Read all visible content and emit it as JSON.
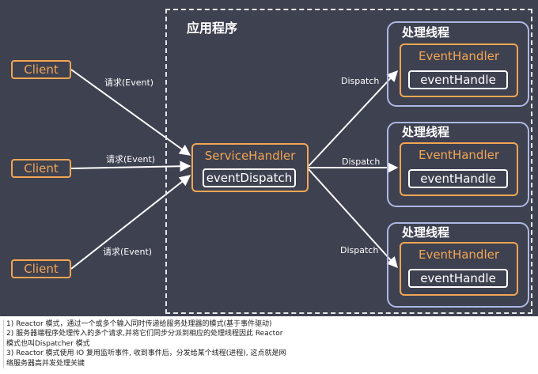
{
  "app_region": {
    "title": "应用程序"
  },
  "clients": [
    {
      "label": "Client",
      "request_label": "请求(Event)"
    },
    {
      "label": "Client",
      "request_label": "请求(Event)"
    },
    {
      "label": "Client",
      "request_label": "请求(Event)"
    }
  ],
  "service_handler": {
    "title": "ServiceHandler",
    "method": "eventDispatch"
  },
  "threads": [
    {
      "title": "处理线程",
      "handler_title": "EventHandler",
      "method": "eventHandle",
      "dispatch_label": "Dispatch"
    },
    {
      "title": "处理线程",
      "handler_title": "EventHandler",
      "method": "eventHandle",
      "dispatch_label": "Dispatch"
    },
    {
      "title": "处理线程",
      "handler_title": "EventHandler",
      "method": "eventHandle",
      "dispatch_label": "Dispatch"
    }
  ],
  "notes": [
    "1) Reactor 模式，通过一个或多个输入同时传递给服务处理器的模式(基于事件驱动)",
    "2) 服务器端程序处理传入的多个请求,并将它们同步分派到相应的处理线程因此 Reactor",
    "模式也叫Dispatcher 模式",
    "3) Reactor 模式使用 IO 复用监听事件, 收到事件后，分发给某个线程(进程), 这点就是网",
    "络服务器高并发处理关键"
  ],
  "colors": {
    "background": "#3e4150",
    "accent_orange": "#f2a654",
    "thread_border": "#aeb8e4",
    "text": "#ffffff"
  }
}
